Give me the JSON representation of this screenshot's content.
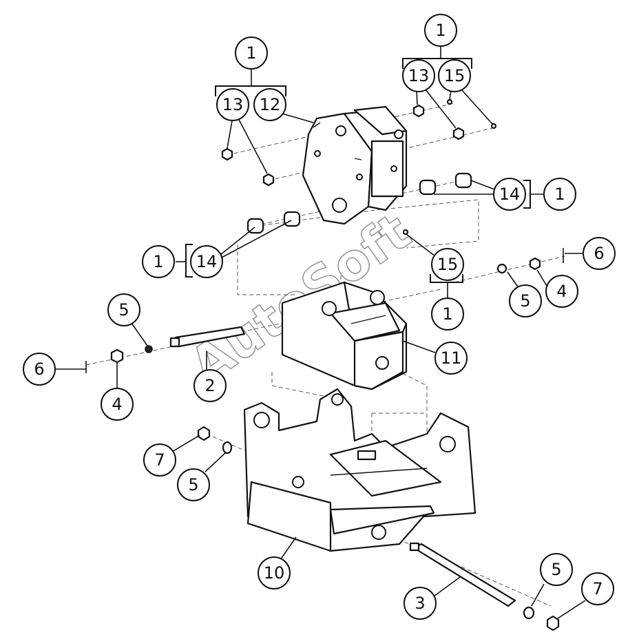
{
  "watermark": "AutoSoft",
  "callouts": {
    "c1_top_left": "1",
    "c13_top_left": "13",
    "c12": "12",
    "c1_top_right": "1",
    "c13_top_right": "13",
    "c15_top_right": "15",
    "c14_right": "14",
    "c1_right_14": "1",
    "c1_left_14": "1",
    "c14_left": "14",
    "c15_mid": "15",
    "c1_below_15": "1",
    "c6_right": "6",
    "c5_right": "5",
    "c4_right": "4",
    "c5_left": "5",
    "c6_left": "6",
    "c4_left": "4",
    "c2": "2",
    "c11": "11",
    "c7_left": "7",
    "c5_lower_left": "5",
    "c10": "10",
    "c3": "3",
    "c5_bottom_right": "5",
    "c7_bottom_right": "7"
  },
  "colors": {
    "line": "#111111",
    "hidden": "#555555",
    "background": "#ffffff"
  }
}
